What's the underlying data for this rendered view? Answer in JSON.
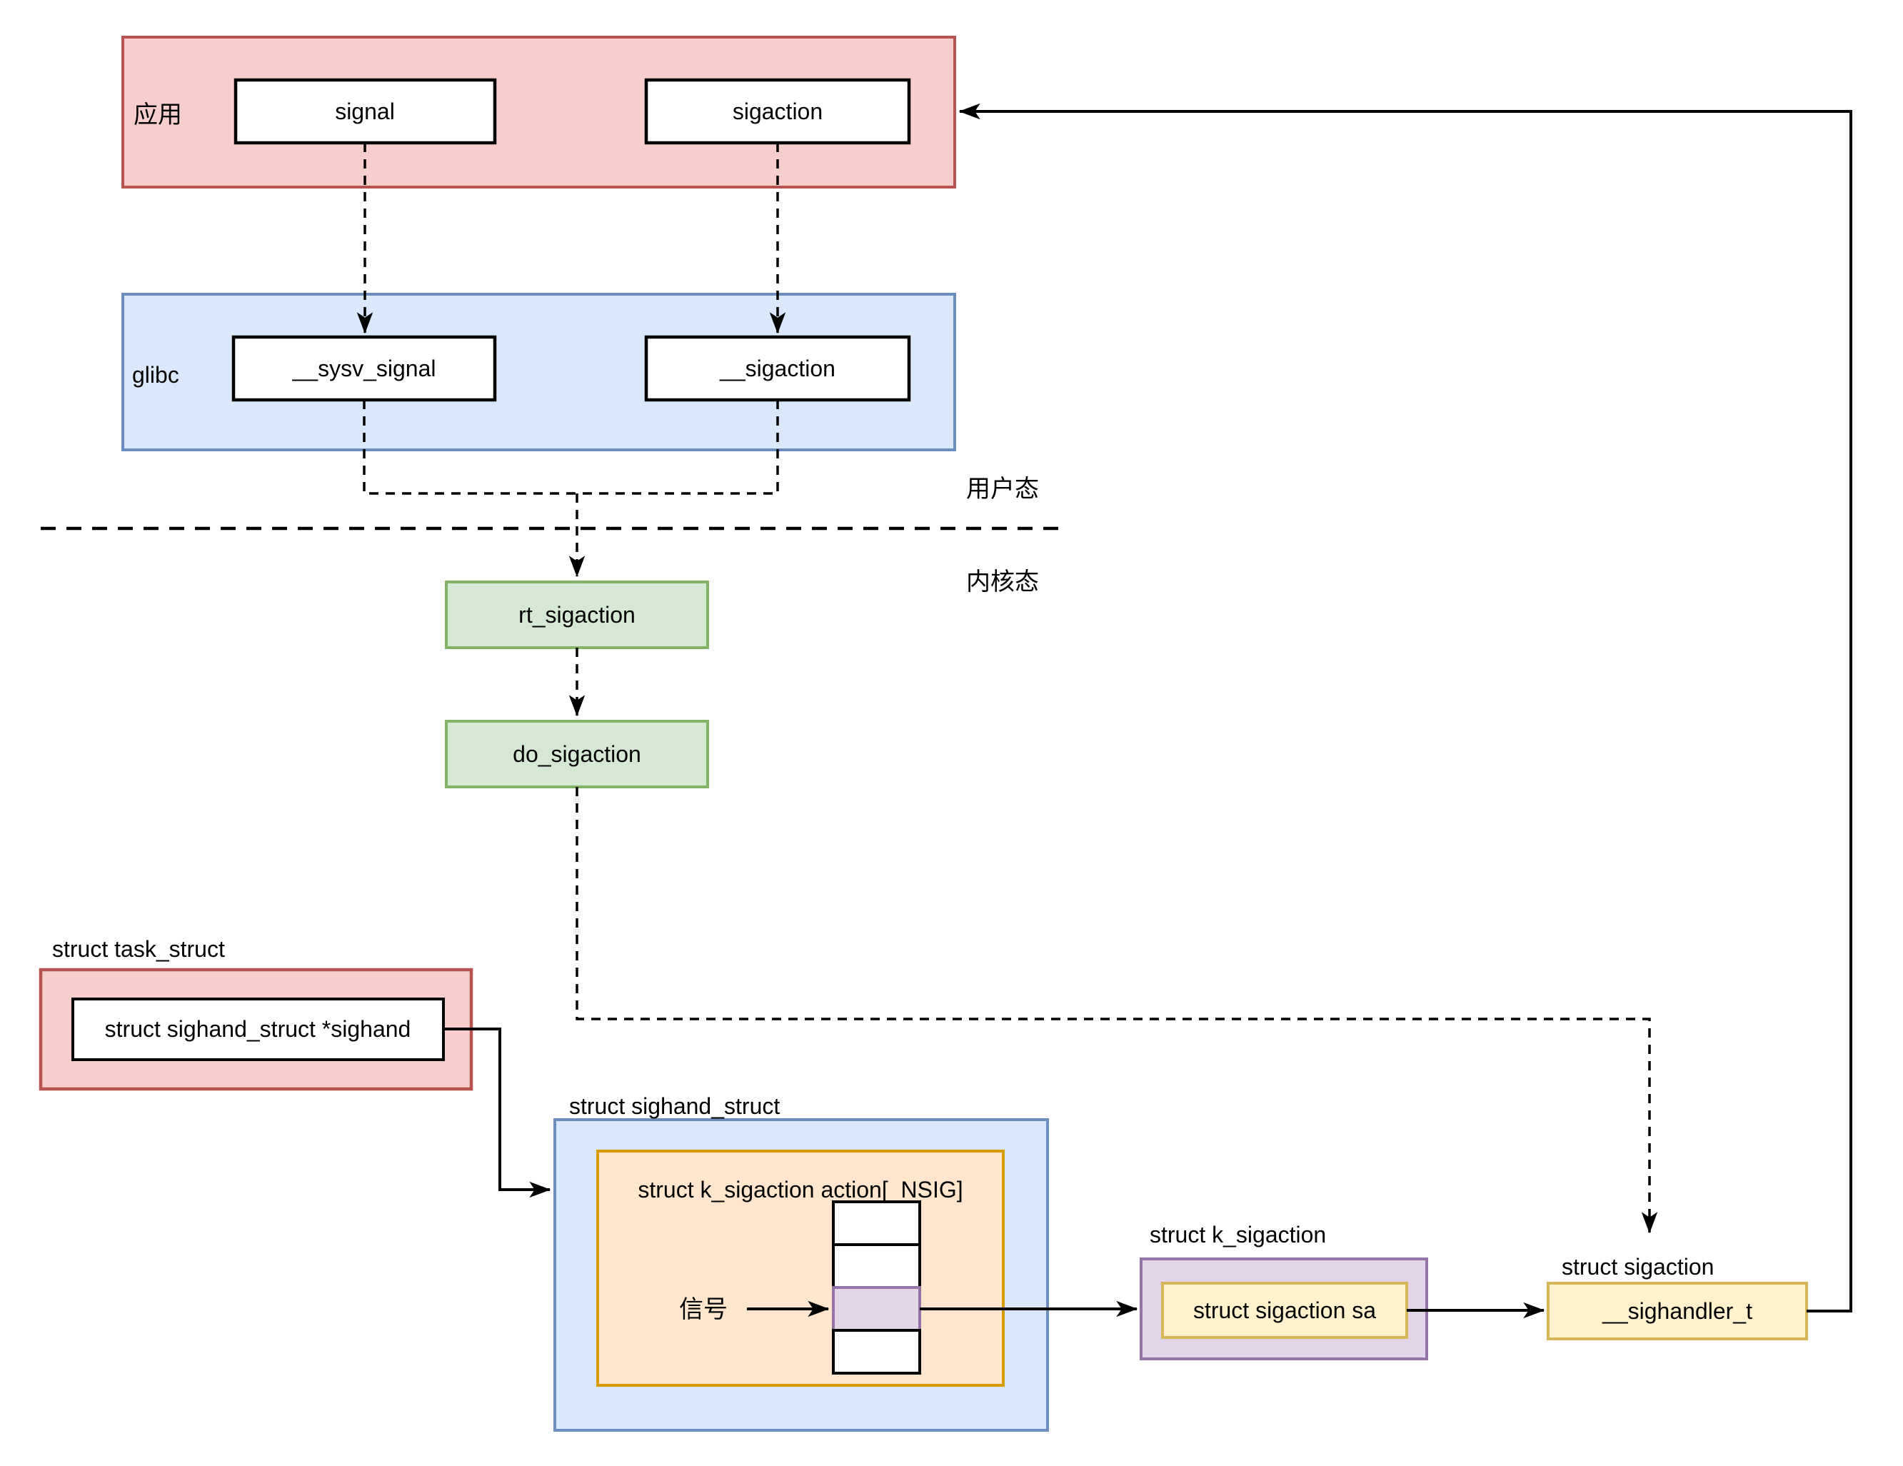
{
  "labels": {
    "app_layer": "应用",
    "signal": "signal",
    "sigaction": "sigaction",
    "glibc_layer": "glibc",
    "sysv_signal": "__sysv_signal",
    "glibc_sigaction": "__sigaction",
    "user_mode": "用户态",
    "kernel_mode": "内核态",
    "rt_sigaction": "rt_sigaction",
    "do_sigaction": "do_sigaction",
    "task_struct_title": "struct task_struct",
    "sighand_pointer": "struct sighand_struct *sighand",
    "sighand_struct_title": "struct sighand_struct",
    "action_array": "struct k_sigaction action[_NSIG]",
    "signal_index": "信号",
    "k_sigaction_title": "struct k_sigaction",
    "sigaction_sa": "struct sigaction sa",
    "sigaction_struct_title": "struct sigaction",
    "sighandler_t": "__sighandler_t"
  },
  "colors": {
    "app_fill": "#f8cecc",
    "app_stroke": "#b85450",
    "glibc_fill": "#dae8fc",
    "glibc_stroke": "#6c8ebf",
    "kernel_fill": "#d5e8d4",
    "kernel_stroke": "#82b366",
    "array_fill": "#ffe6cc",
    "array_stroke": "#d79b00",
    "selected_fill": "#e1d5e7",
    "selected_stroke": "#9673a6",
    "handler_fill": "#fff2cc",
    "handler_stroke": "#d6b656",
    "node_fill": "#ffffff",
    "node_stroke": "#000000",
    "line": "#000000"
  },
  "edges": [
    {
      "from": "signal",
      "to": "__sysv_signal",
      "style": "dashed"
    },
    {
      "from": "sigaction",
      "to": "__sigaction",
      "style": "dashed"
    },
    {
      "from": "__sysv_signal + __sigaction",
      "to": "rt_sigaction",
      "style": "dashed",
      "crosses": "用户态/内核态 boundary"
    },
    {
      "from": "rt_sigaction",
      "to": "do_sigaction",
      "style": "dashed"
    },
    {
      "from": "do_sigaction",
      "to": "struct sigaction",
      "style": "dashed"
    },
    {
      "from": "struct sighand_struct *sighand",
      "to": "struct sighand_struct",
      "style": "solid"
    },
    {
      "from": "信号",
      "to": "action[_NSIG] selected cell",
      "style": "solid"
    },
    {
      "from": "action[_NSIG] selected cell",
      "to": "struct k_sigaction",
      "style": "solid"
    },
    {
      "from": "struct sigaction sa",
      "to": "__sighandler_t",
      "style": "solid"
    },
    {
      "from": "__sighandler_t",
      "to": "应用",
      "style": "solid"
    }
  ],
  "array_cells": {
    "count": 4,
    "selected_index": 2
  }
}
